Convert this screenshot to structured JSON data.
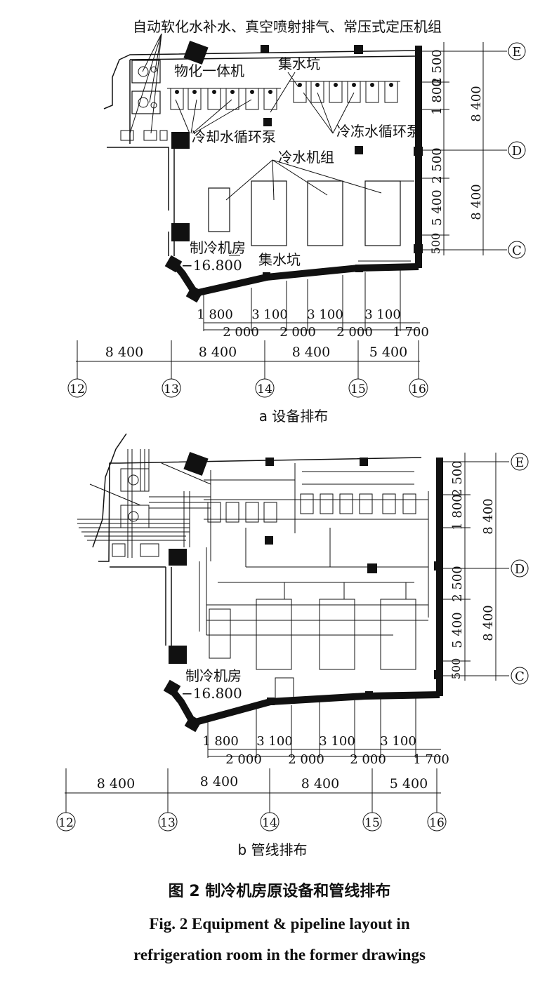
{
  "panel_a": {
    "label": "a 设备排布",
    "callouts": {
      "top": "自动软化水补水、真空喷射排气、常压式定压机组",
      "unit": "物化一体机",
      "sump_top": "集水坑",
      "cooling_pump": "冷却水循环泵",
      "chilled_pump": "冷冻水循环泵",
      "chiller": "冷水机组",
      "room": "制冷机房",
      "elevation": "−16.800",
      "sump_bottom": "集水坑"
    }
  },
  "panel_b": {
    "label": "b 管线排布",
    "callouts": {
      "room": "制冷机房",
      "elevation": "−16.800"
    }
  },
  "grid": {
    "rows": [
      "E",
      "D",
      "C"
    ],
    "cols": [
      "12",
      "13",
      "14",
      "15",
      "16"
    ]
  },
  "dims": {
    "vertical_inner": [
      "2 500",
      "1 800",
      "2 500",
      "5 400",
      "500"
    ],
    "vertical_outer": [
      "8 400",
      "8 400"
    ],
    "bottom_row1": [
      "1 800",
      "3 100",
      "3 100",
      "3 100"
    ],
    "bottom_row2": [
      "2 000",
      "2 000",
      "2 000",
      "1 700"
    ],
    "axis_spans": [
      "8 400",
      "8 400",
      "8 400",
      "5 400"
    ]
  },
  "caption": {
    "cn": "图 2 制冷机房原设备和管线排布",
    "en_line1": "Fig. 2 Equipment & pipeline layout in",
    "en_line2": "refrigeration room in the former drawings"
  }
}
